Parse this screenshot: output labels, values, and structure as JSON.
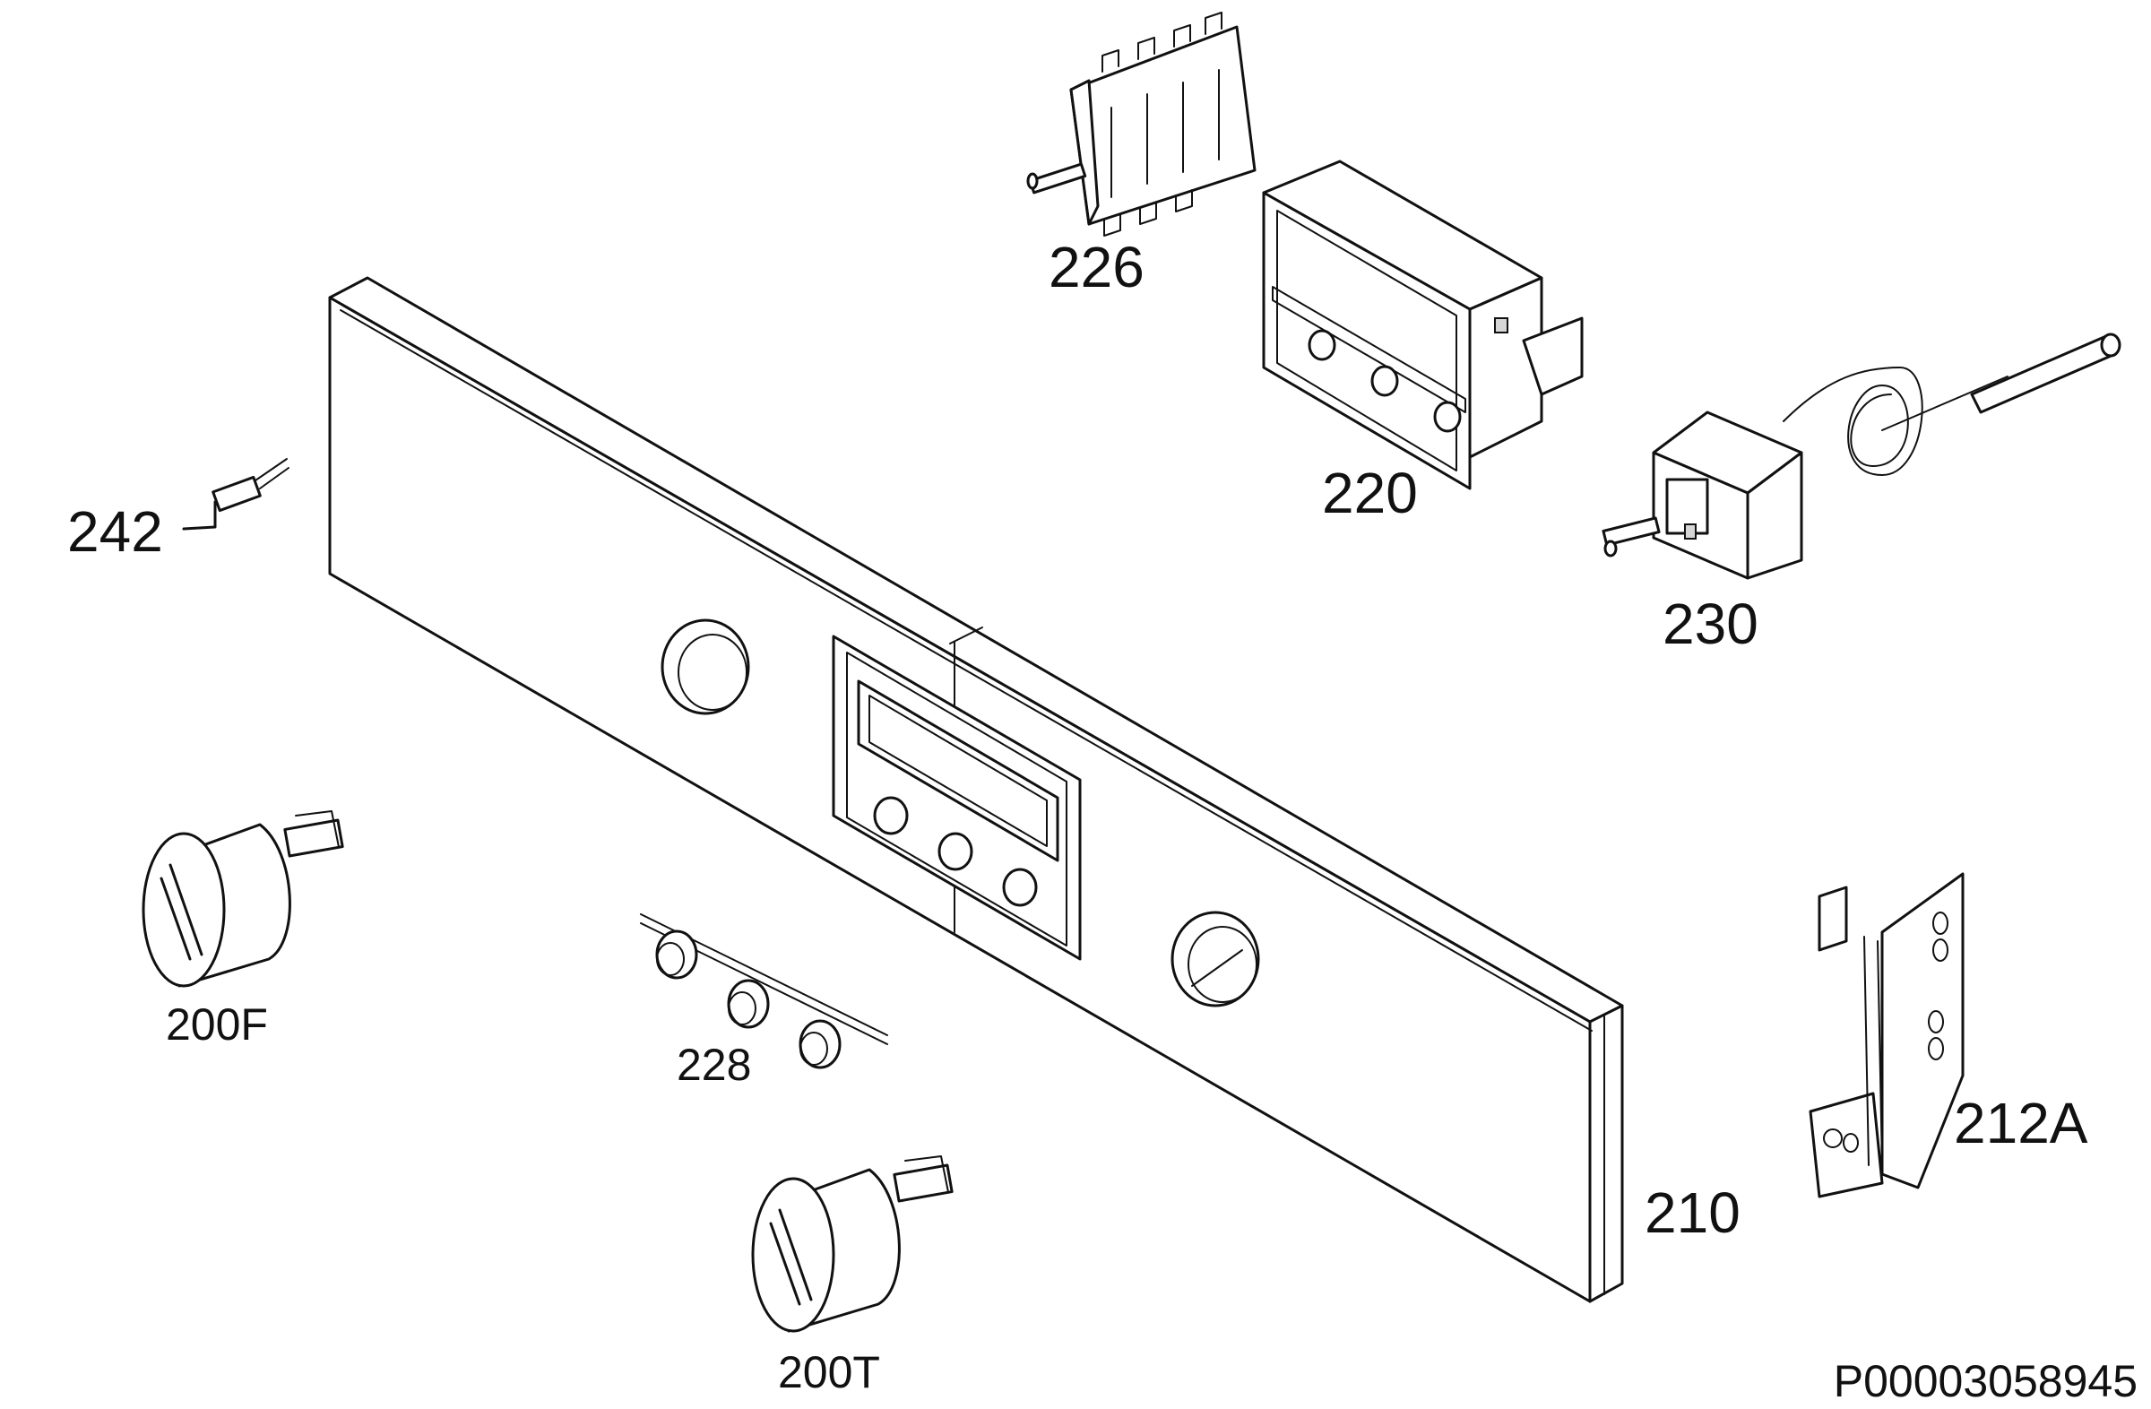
{
  "parts": [
    {
      "id": "226",
      "name": "selector-switch"
    },
    {
      "id": "220",
      "name": "timer-module"
    },
    {
      "id": "230",
      "name": "thermostat"
    },
    {
      "id": "242",
      "name": "lamp-holder"
    },
    {
      "id": "200F",
      "name": "function-knob"
    },
    {
      "id": "228",
      "name": "push-buttons"
    },
    {
      "id": "200T",
      "name": "temperature-knob"
    },
    {
      "id": "210",
      "name": "control-panel"
    },
    {
      "id": "212A",
      "name": "mounting-bracket"
    }
  ],
  "drawing_reference": "P00003058945"
}
